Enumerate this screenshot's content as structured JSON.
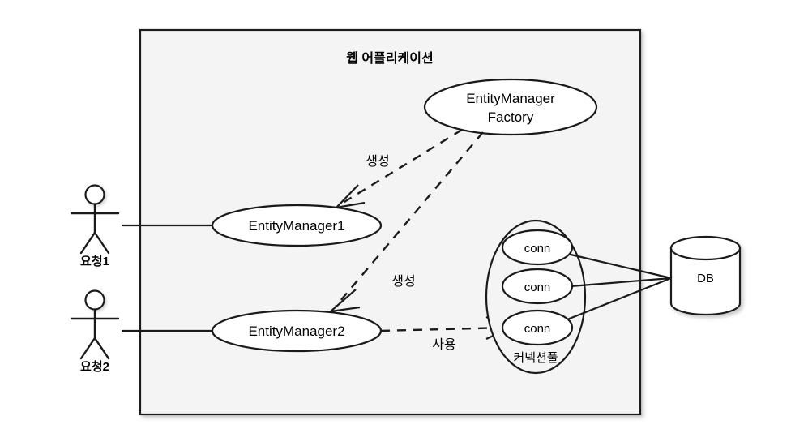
{
  "diagram": {
    "title": "웹 어플리케이션",
    "colors": {
      "boundary_fill": "#f4f4f4",
      "node_fill": "#ffffff",
      "stroke": "#1a1a1a",
      "page_background": "#ffffff"
    },
    "actors": [
      {
        "id": "actor1",
        "label": "요청1"
      },
      {
        "id": "actor2",
        "label": "요청2"
      }
    ],
    "nodes": {
      "factory": {
        "line1": "EntityManager",
        "line2": "Factory"
      },
      "em1": {
        "label": "EntityManager1"
      },
      "em2": {
        "label": "EntityManager2"
      },
      "pool": {
        "label": "커넥션풀"
      },
      "connections": [
        {
          "label": "conn"
        },
        {
          "label": "conn"
        },
        {
          "label": "conn"
        }
      ],
      "database": {
        "label": "DB"
      }
    },
    "edges": [
      {
        "id": "factory-to-em1",
        "label": "생성",
        "style": "dashed"
      },
      {
        "id": "factory-to-em2",
        "label": "생성",
        "style": "dashed"
      },
      {
        "id": "em2-to-conn",
        "label": "사용",
        "style": "dashed"
      },
      {
        "id": "actor1-to-em1",
        "label": "",
        "style": "solid"
      },
      {
        "id": "actor2-to-em2",
        "label": "",
        "style": "solid"
      },
      {
        "id": "conn1-to-db",
        "label": "",
        "style": "solid"
      },
      {
        "id": "conn2-to-db",
        "label": "",
        "style": "solid"
      },
      {
        "id": "conn3-to-db",
        "label": "",
        "style": "solid"
      }
    ]
  }
}
